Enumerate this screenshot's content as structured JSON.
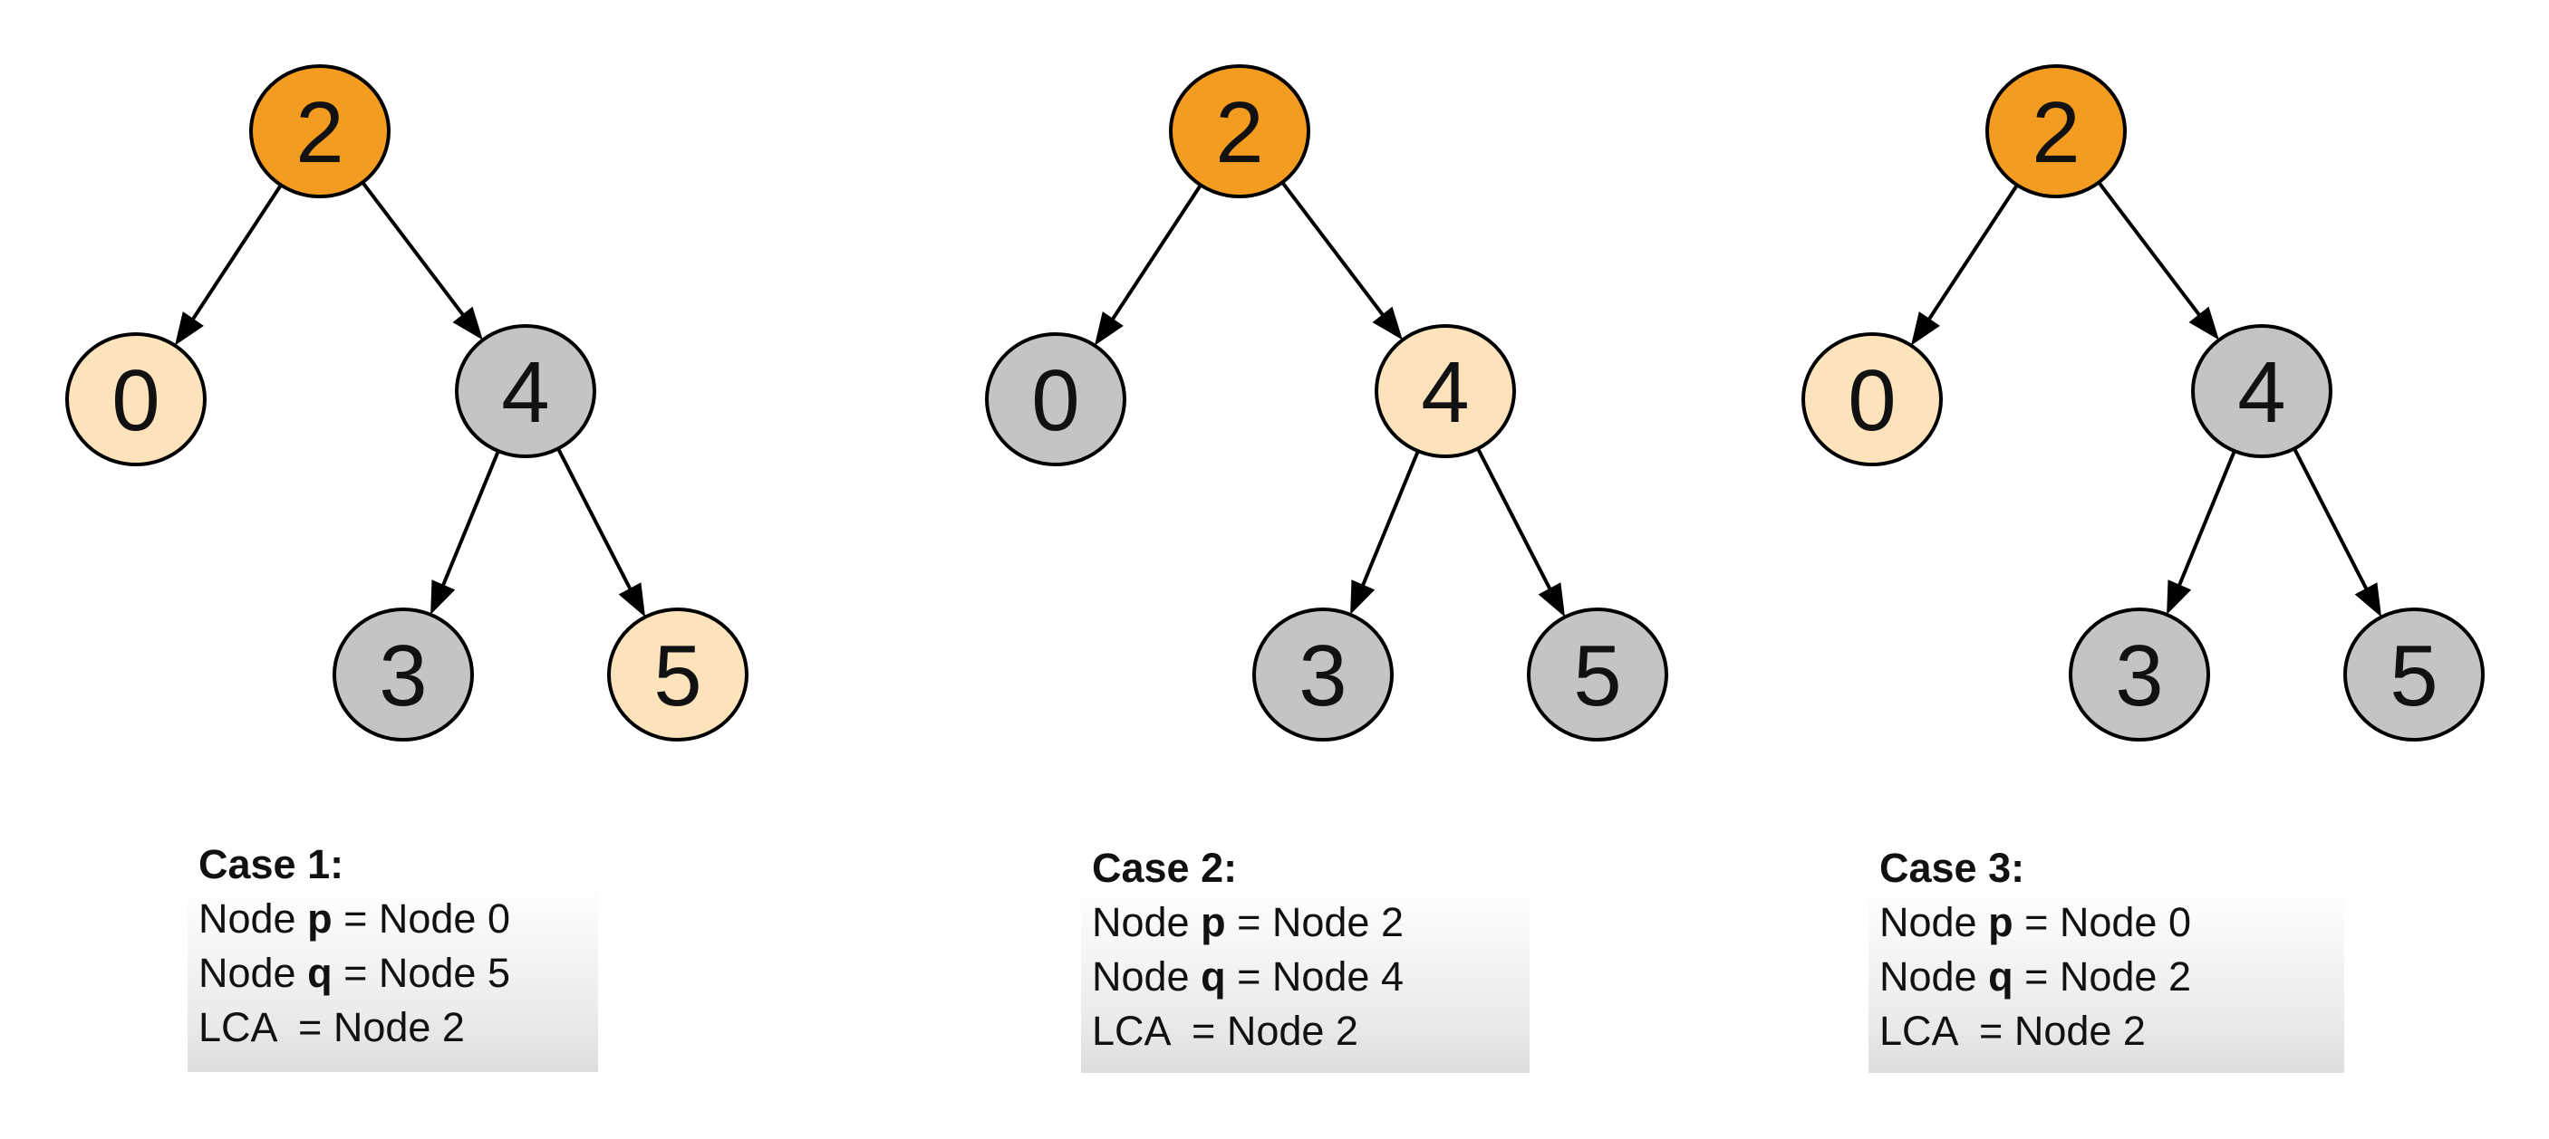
{
  "colors": {
    "root": "#f39c1f",
    "highlight": "#fde3bc",
    "neutral": "#c4c4c4",
    "stroke": "#000000"
  },
  "cases": [
    {
      "nodes": [
        {
          "id": "n2",
          "label": "2",
          "fill": "root"
        },
        {
          "id": "n0",
          "label": "0",
          "fill": "highlight"
        },
        {
          "id": "n4",
          "label": "4",
          "fill": "neutral"
        },
        {
          "id": "n3",
          "label": "3",
          "fill": "neutral"
        },
        {
          "id": "n5",
          "label": "5",
          "fill": "highlight"
        }
      ],
      "edges": [
        [
          "n2",
          "n0"
        ],
        [
          "n2",
          "n4"
        ],
        [
          "n4",
          "n3"
        ],
        [
          "n4",
          "n5"
        ]
      ],
      "title": "Case 1:",
      "p_prefix": "Node ",
      "p_bold": "p",
      "p_value": " = Node 0",
      "q_prefix": "Node ",
      "q_bold": "q",
      "q_value": " = Node 5",
      "lca_text": "LCA  = Node 2"
    },
    {
      "nodes": [
        {
          "id": "n2",
          "label": "2",
          "fill": "root"
        },
        {
          "id": "n0",
          "label": "0",
          "fill": "neutral"
        },
        {
          "id": "n4",
          "label": "4",
          "fill": "highlight"
        },
        {
          "id": "n3",
          "label": "3",
          "fill": "neutral"
        },
        {
          "id": "n5",
          "label": "5",
          "fill": "neutral"
        }
      ],
      "edges": [
        [
          "n2",
          "n0"
        ],
        [
          "n2",
          "n4"
        ],
        [
          "n4",
          "n3"
        ],
        [
          "n4",
          "n5"
        ]
      ],
      "title": "Case 2:",
      "p_prefix": "Node ",
      "p_bold": "p",
      "p_value": " = Node 2",
      "q_prefix": "Node ",
      "q_bold": "q",
      "q_value": " = Node 4",
      "lca_text": "LCA  = Node 2"
    },
    {
      "nodes": [
        {
          "id": "n2",
          "label": "2",
          "fill": "root"
        },
        {
          "id": "n0",
          "label": "0",
          "fill": "highlight"
        },
        {
          "id": "n4",
          "label": "4",
          "fill": "neutral"
        },
        {
          "id": "n3",
          "label": "3",
          "fill": "neutral"
        },
        {
          "id": "n5",
          "label": "5",
          "fill": "neutral"
        }
      ],
      "edges": [
        [
          "n2",
          "n0"
        ],
        [
          "n2",
          "n4"
        ],
        [
          "n4",
          "n3"
        ],
        [
          "n4",
          "n5"
        ]
      ],
      "title": "Case 3:",
      "p_prefix": "Node ",
      "p_bold": "p",
      "p_value": " = Node 0",
      "q_prefix": "Node ",
      "q_bold": "q",
      "q_value": " = Node 2",
      "lca_text": "LCA  = Node 2"
    }
  ]
}
